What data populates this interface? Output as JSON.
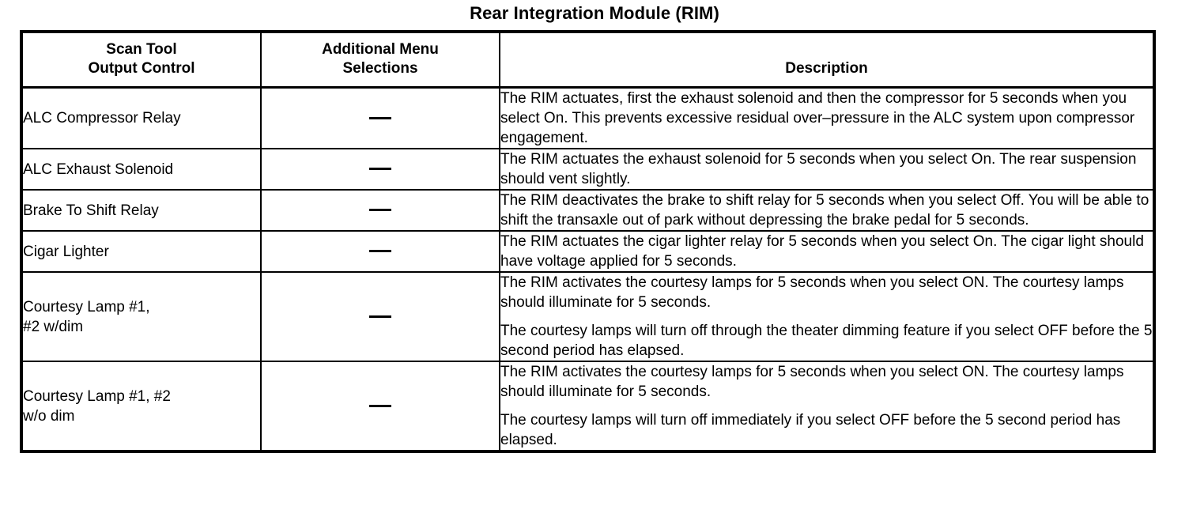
{
  "document": {
    "title": "Rear Integration Module (RIM)"
  },
  "table": {
    "headers": {
      "control": "Scan Tool\nOutput Control",
      "menu": "Additional Menu\nSelections",
      "description": "Description"
    },
    "menu_placeholder": "—",
    "rows": [
      {
        "control": "ALC Compressor Relay",
        "menu": "—",
        "description": [
          "The RIM actuates, first the exhaust solenoid and then the compressor for 5 seconds when you select On. This prevents excessive residual over–pressure in the ALC system upon compressor engagement."
        ]
      },
      {
        "control": "ALC Exhaust Solenoid",
        "menu": "—",
        "description": [
          "The RIM actuates the exhaust solenoid for 5 seconds when you select On. The rear suspension should vent slightly."
        ]
      },
      {
        "control": "Brake To Shift Relay",
        "menu": "—",
        "description": [
          "The RIM deactivates the brake to shift relay for 5 seconds when you select Off. You will be able to shift the transaxle out of park without depressing the brake pedal for 5 seconds."
        ]
      },
      {
        "control": "Cigar Lighter",
        "menu": "—",
        "description": [
          "The RIM actuates the cigar lighter relay for 5 seconds when you select On. The cigar light should have voltage applied for 5 seconds."
        ]
      },
      {
        "control": "Courtesy Lamp #1,\n#2 w/dim",
        "menu": "—",
        "description": [
          "The RIM activates the courtesy lamps for 5 seconds when you select ON. The courtesy lamps should illuminate for 5 seconds.",
          "The courtesy lamps will turn off through the theater dimming feature if you select OFF before the 5 second period has elapsed."
        ]
      },
      {
        "control": "Courtesy Lamp #1, #2\nw/o dim",
        "menu": "—",
        "description": [
          "The RIM activates the courtesy lamps for 5 seconds when you select ON. The courtesy lamps should illuminate for 5 seconds.",
          "The courtesy lamps will turn off immediately if you select OFF before the 5 second period has elapsed."
        ]
      }
    ]
  },
  "colors": {
    "ink": "#000000",
    "paper": "#ffffff"
  }
}
